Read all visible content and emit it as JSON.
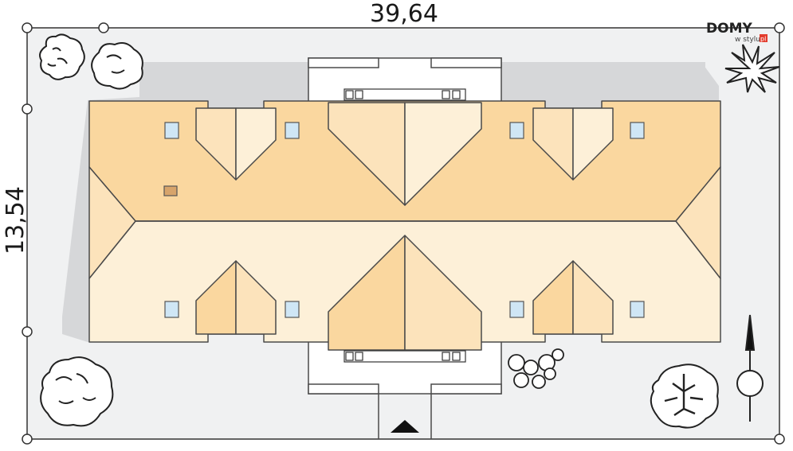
{
  "dimensions": {
    "width_label": "39,64",
    "depth_label": "13,54"
  },
  "logo": {
    "main": "DOMY",
    "sub": "w stylu",
    "badge": "pl"
  },
  "colors": {
    "plot": "#f0f1f2",
    "shadow": "#d6d7d9",
    "roof_dark": "#fad79f",
    "roof_mid": "#fce3bb",
    "roof_light": "#fdf0d8",
    "outline": "#4a4a4a",
    "skylight": "#cfe6f5",
    "chimney": "#d7a46b",
    "badge": "#e23b2c"
  }
}
